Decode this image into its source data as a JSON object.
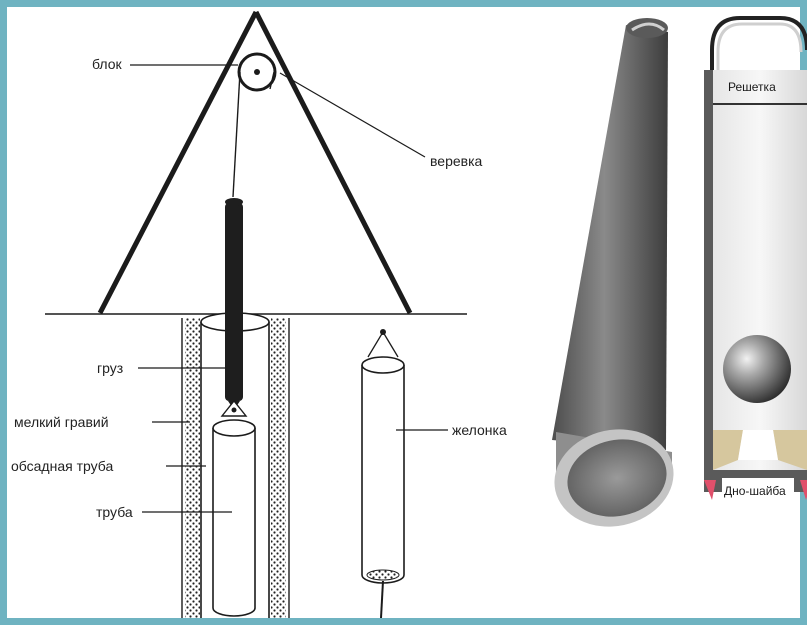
{
  "labels": {
    "block": "блок",
    "rope": "веревка",
    "weight": "груз",
    "fine_gravel": "мелкий гравий",
    "casing_pipe": "обсадная труба",
    "pipe": "труба",
    "bailer": "желонка",
    "grate": "Решетка",
    "bottom_washer": "Дно-шайба"
  },
  "colors": {
    "frame": "#6fb3c1",
    "ink": "#222222",
    "bailer_body": "#6a6a6a",
    "bailer_highlight": "#a9a9a9",
    "cap_ring": "#bdbdbd",
    "valve_seat": "#d8c9a3",
    "tip": "#e0506b"
  }
}
